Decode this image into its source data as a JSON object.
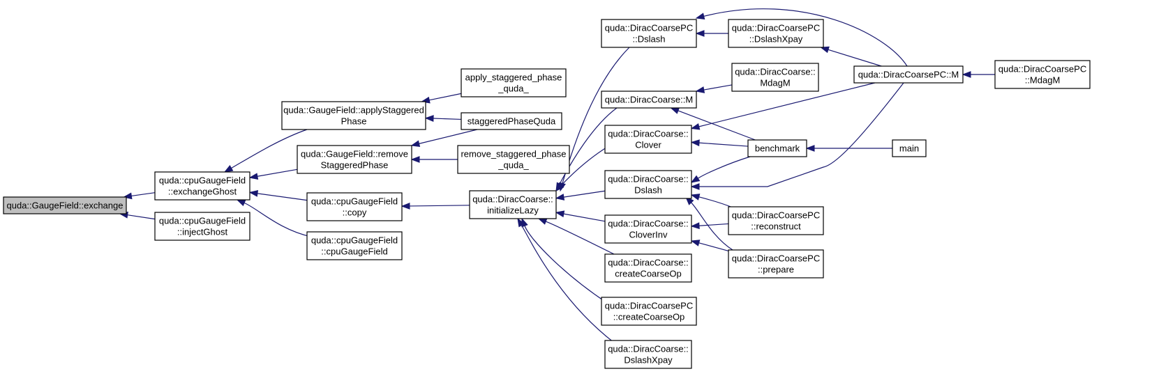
{
  "nodes": [
    {
      "id": "exchange",
      "lines": [
        "quda::GaugeField::exchange"
      ],
      "highlight": true
    },
    {
      "id": "cpuExGhost",
      "lines": [
        "quda::cpuGaugeField",
        "::exchangeGhost"
      ]
    },
    {
      "id": "cpuInjGhost",
      "lines": [
        "quda::cpuGaugeField",
        "::injectGhost"
      ]
    },
    {
      "id": "applyStag",
      "lines": [
        "quda::GaugeField::applyStaggered",
        "Phase"
      ]
    },
    {
      "id": "removeStag",
      "lines": [
        "quda::GaugeField::remove",
        "StaggeredPhase"
      ]
    },
    {
      "id": "cpuCopy",
      "lines": [
        "quda::cpuGaugeField",
        "::copy"
      ]
    },
    {
      "id": "cpuCtor",
      "lines": [
        "quda::cpuGaugeField",
        "::cpuGaugeField"
      ]
    },
    {
      "id": "applyQuda",
      "lines": [
        "apply_staggered_phase",
        "_quda_"
      ]
    },
    {
      "id": "stagQuda",
      "lines": [
        "staggeredPhaseQuda"
      ]
    },
    {
      "id": "removeQuda",
      "lines": [
        "remove_staggered_phase",
        "_quda_"
      ]
    },
    {
      "id": "initLazy",
      "lines": [
        "quda::DiracCoarse::",
        "initializeLazy"
      ]
    },
    {
      "id": "pcDslash",
      "lines": [
        "quda::DiracCoarsePC",
        "::Dslash"
      ]
    },
    {
      "id": "dcM",
      "lines": [
        "quda::DiracCoarse::M"
      ]
    },
    {
      "id": "dcClover",
      "lines": [
        "quda::DiracCoarse::",
        "Clover"
      ]
    },
    {
      "id": "dcDslash",
      "lines": [
        "quda::DiracCoarse::",
        "Dslash"
      ]
    },
    {
      "id": "dcCloverInv",
      "lines": [
        "quda::DiracCoarse::",
        "CloverInv"
      ]
    },
    {
      "id": "dcCreate",
      "lines": [
        "quda::DiracCoarse::",
        "createCoarseOp"
      ]
    },
    {
      "id": "pcCreate",
      "lines": [
        "quda::DiracCoarsePC",
        "::createCoarseOp"
      ]
    },
    {
      "id": "dcDslashX",
      "lines": [
        "quda::DiracCoarse::",
        "DslashXpay"
      ]
    },
    {
      "id": "pcDslashX",
      "lines": [
        "quda::DiracCoarsePC",
        "::DslashXpay"
      ]
    },
    {
      "id": "dcMdagM",
      "lines": [
        "quda::DiracCoarse::",
        "MdagM"
      ]
    },
    {
      "id": "bench",
      "lines": [
        "benchmark"
      ]
    },
    {
      "id": "pcRecon",
      "lines": [
        "quda::DiracCoarsePC",
        "::reconstruct"
      ]
    },
    {
      "id": "pcPrep",
      "lines": [
        "quda::DiracCoarsePC",
        "::prepare"
      ]
    },
    {
      "id": "pcM",
      "lines": [
        "quda::DiracCoarsePC::M"
      ]
    },
    {
      "id": "pcMdagM",
      "lines": [
        "quda::DiracCoarsePC",
        "::MdagM"
      ]
    },
    {
      "id": "main",
      "lines": [
        "main"
      ]
    }
  ],
  "edges": [
    {
      "from": "cpuExGhost",
      "to": "exchange"
    },
    {
      "from": "cpuInjGhost",
      "to": "exchange"
    },
    {
      "from": "applyStag",
      "to": "cpuExGhost"
    },
    {
      "from": "removeStag",
      "to": "cpuExGhost"
    },
    {
      "from": "cpuCopy",
      "to": "cpuExGhost"
    },
    {
      "from": "cpuCtor",
      "to": "cpuExGhost"
    },
    {
      "from": "applyQuda",
      "to": "applyStag"
    },
    {
      "from": "stagQuda",
      "to": "applyStag"
    },
    {
      "from": "stagQuda",
      "to": "removeStag"
    },
    {
      "from": "removeQuda",
      "to": "removeStag"
    },
    {
      "from": "initLazy",
      "to": "cpuCopy"
    },
    {
      "from": "pcDslash",
      "to": "initLazy"
    },
    {
      "from": "dcM",
      "to": "initLazy"
    },
    {
      "from": "dcClover",
      "to": "initLazy"
    },
    {
      "from": "dcDslash",
      "to": "initLazy"
    },
    {
      "from": "dcCloverInv",
      "to": "initLazy"
    },
    {
      "from": "dcCreate",
      "to": "initLazy"
    },
    {
      "from": "pcCreate",
      "to": "initLazy"
    },
    {
      "from": "dcDslashX",
      "to": "initLazy"
    },
    {
      "from": "pcDslashX",
      "to": "pcDslash"
    },
    {
      "from": "pcM",
      "to": "pcDslash"
    },
    {
      "from": "pcM",
      "to": "pcDslashX"
    },
    {
      "from": "dcMdagM",
      "to": "dcM"
    },
    {
      "from": "bench",
      "to": "dcM"
    },
    {
      "from": "pcM",
      "to": "dcClover"
    },
    {
      "from": "bench",
      "to": "dcClover"
    },
    {
      "from": "bench",
      "to": "dcDslash"
    },
    {
      "from": "pcM",
      "to": "dcDslash"
    },
    {
      "from": "pcRecon",
      "to": "dcDslash"
    },
    {
      "from": "pcPrep",
      "to": "dcDslash"
    },
    {
      "from": "pcRecon",
      "to": "dcCloverInv"
    },
    {
      "from": "pcPrep",
      "to": "dcCloverInv"
    },
    {
      "from": "pcMdagM",
      "to": "pcM"
    },
    {
      "from": "main",
      "to": "bench"
    }
  ]
}
